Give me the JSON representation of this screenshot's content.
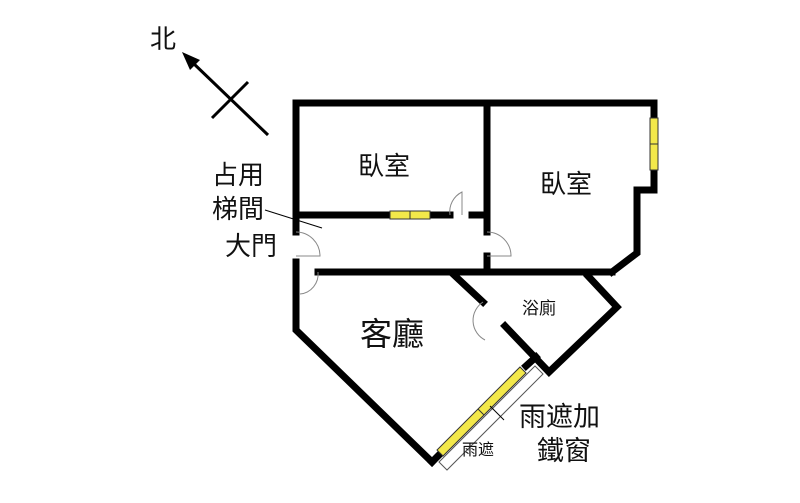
{
  "compass": {
    "north_label": "北"
  },
  "rooms": {
    "bedroom_1": "臥室",
    "bedroom_2": "臥室",
    "living_room": "客廳",
    "bathroom": "浴廁"
  },
  "annotations": {
    "stairwell_line1": "占用",
    "stairwell_line2": "梯間",
    "main_door": "大門",
    "awning_window_line1": "雨遮加",
    "awning_window_line2": "鐵窗",
    "awning": "雨遮"
  },
  "colors": {
    "wall": "#000000",
    "window": "#f3e84a"
  }
}
